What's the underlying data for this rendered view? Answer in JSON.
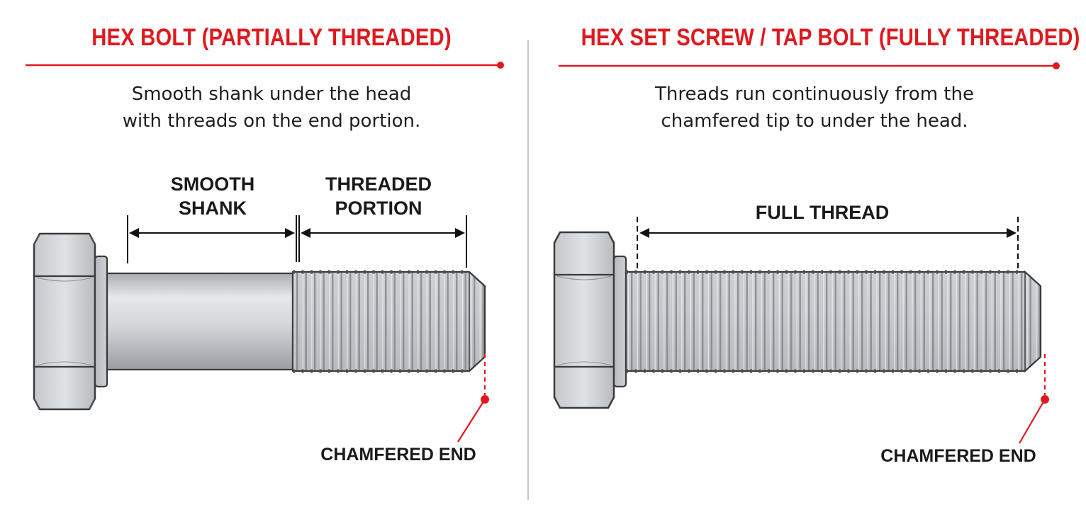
{
  "colors": {
    "accent": "#e0191f",
    "text": "#1a1a1a",
    "steel": "#c9cdd2",
    "outline": "#3a3a3a"
  },
  "left": {
    "title": "HEX BOLT (PARTIALLY THREADED)",
    "subtitle_lines": [
      "Smooth shank under the head",
      "with threads on the end portion."
    ],
    "labels": {
      "smooth_line1": "SMOOTH",
      "smooth_line2": "SHANK",
      "threaded_line1": "THREADED",
      "threaded_line2": "PORTION",
      "chamfered": "CHAMFERED END"
    }
  },
  "right": {
    "title": "HEX SET SCREW / TAP BOLT (FULLY THREADED)",
    "subtitle_lines": [
      "Threads run continuously from the",
      "chamfered tip to under the head."
    ],
    "labels": {
      "full_thread": "FULL THREAD",
      "chamfered": "CHAMFERED END"
    }
  }
}
